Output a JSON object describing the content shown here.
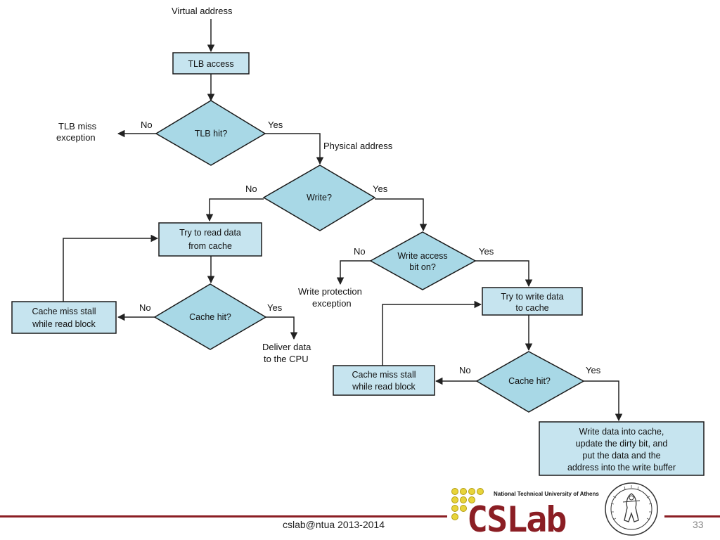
{
  "diagram": {
    "labels": {
      "virtual_address": "Virtual address",
      "tlb_miss_1": "TLB miss",
      "tlb_miss_2": "exception",
      "physical_address": "Physical address",
      "write_prot_1": "Write protection",
      "write_prot_2": "exception",
      "deliver_1": "Deliver data",
      "deliver_2": "to the CPU",
      "no": "No",
      "yes": "Yes"
    },
    "boxes": {
      "tlb_access": [
        "TLB access"
      ],
      "read_cache": [
        "Try to read data",
        "from cache"
      ],
      "read_stall": [
        "Cache miss stall",
        "while read block"
      ],
      "write_cache": [
        "Try to write data",
        "to cache"
      ],
      "write_stall": [
        "Cache miss stall",
        "while read block"
      ],
      "write_buffer": [
        "Write data into cache,",
        "update the dirty bit, and",
        "put the data and the",
        "address into the write buffer"
      ]
    },
    "decisions": {
      "tlb_hit": [
        "TLB hit?"
      ],
      "write": [
        "Write?"
      ],
      "write_access": [
        "Write access",
        "bit on?"
      ],
      "read_cache_hit": [
        "Cache hit?"
      ],
      "write_cache_hit": [
        "Cache hit?"
      ]
    }
  },
  "footer": {
    "text": "cslab@ntua 2013-2014",
    "page_number": "33",
    "logo_brand": "CSLab",
    "logo_university": "National Technical University of Athens"
  },
  "colors": {
    "box_fill": "#c6e4ef",
    "diamond_fill": "#a8d8e6",
    "accent": "#8b1e24",
    "logo_dots": "#e8d43a"
  }
}
